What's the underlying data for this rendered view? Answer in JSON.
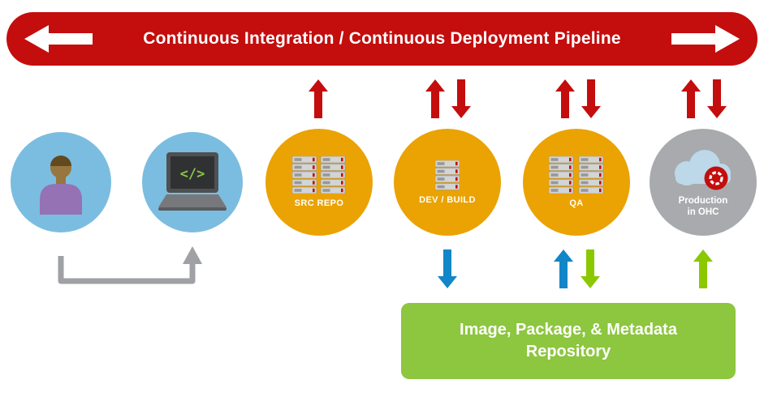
{
  "banner": {
    "title": "Continuous Integration / Continuous Deployment Pipeline"
  },
  "nodes": {
    "workstation": {
      "code": "</>"
    },
    "src_repo": {
      "label": "SRC REPO"
    },
    "dev_build": {
      "label": "DEV / BUILD"
    },
    "qa": {
      "label": "QA"
    },
    "production": {
      "label_line1": "Production",
      "label_line2": "in OHC"
    }
  },
  "repository": {
    "label": "Image, Package, & Metadata Repository"
  },
  "colors": {
    "red": "#c40d0d",
    "amber": "#eaa302",
    "light_blue": "#7bbde0",
    "gray_circle": "#a8aaad",
    "green_box": "#8dc63f",
    "green_arrow": "#8cc800",
    "blue_arrow": "#1286c8",
    "connector_gray": "#9fa1a4"
  }
}
